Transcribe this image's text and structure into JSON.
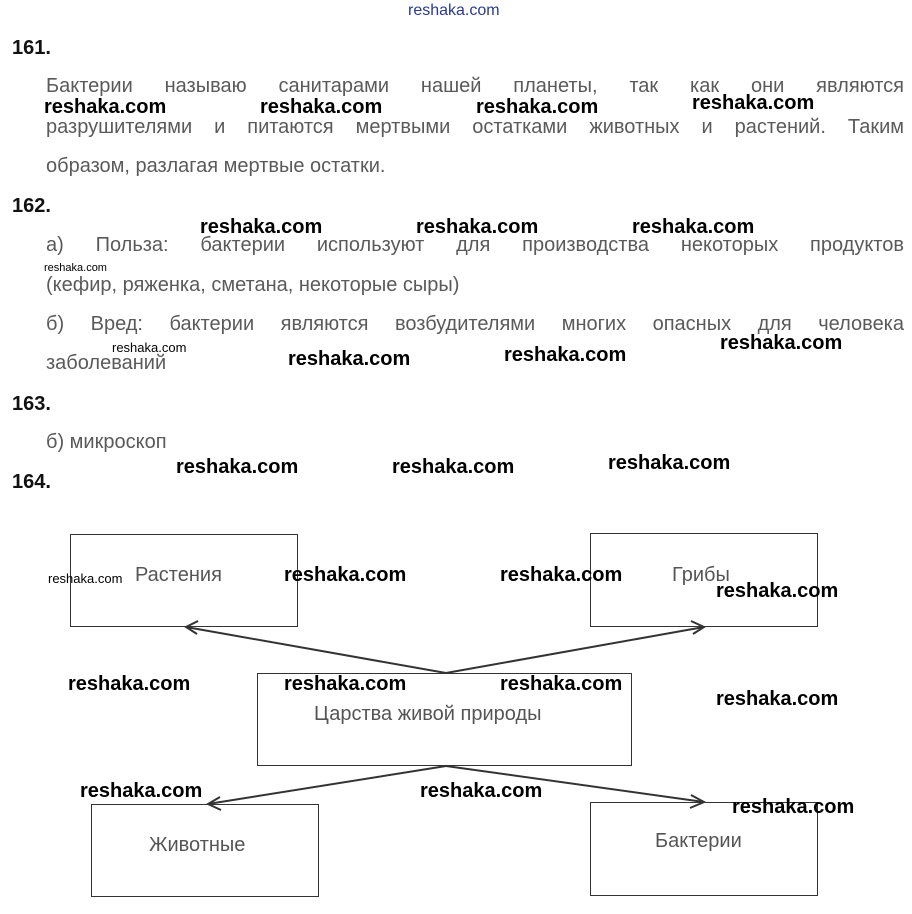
{
  "header": {
    "site": "reshaka.com"
  },
  "watermark": "reshaka.com",
  "tasks": [
    {
      "number": "161.",
      "lines": [
        "Бактерии называю санитарами нашей планеты, так как они являются",
        "разрушителями и питаются мертвыми остатками животных и растений. Таким",
        "образом, разлагая мертвые остатки."
      ]
    },
    {
      "number": "162.",
      "lines": [
        "а) Польза: бактерии используют для производства некоторых продуктов",
        "(кефир, ряженка, сметана, некоторые сыры)",
        "б) Вред: бактерии являются возбудителями многих опасных для человека",
        "заболеваний"
      ]
    },
    {
      "number": "163.",
      "lines": [
        "б) микроскоп"
      ]
    },
    {
      "number": "164.",
      "lines": []
    }
  ],
  "diagram": {
    "center": "Царства живой природы",
    "top_left": "Растения",
    "top_right": "Грибы",
    "bottom_left": "Животные",
    "bottom_right": "Бактерии"
  }
}
